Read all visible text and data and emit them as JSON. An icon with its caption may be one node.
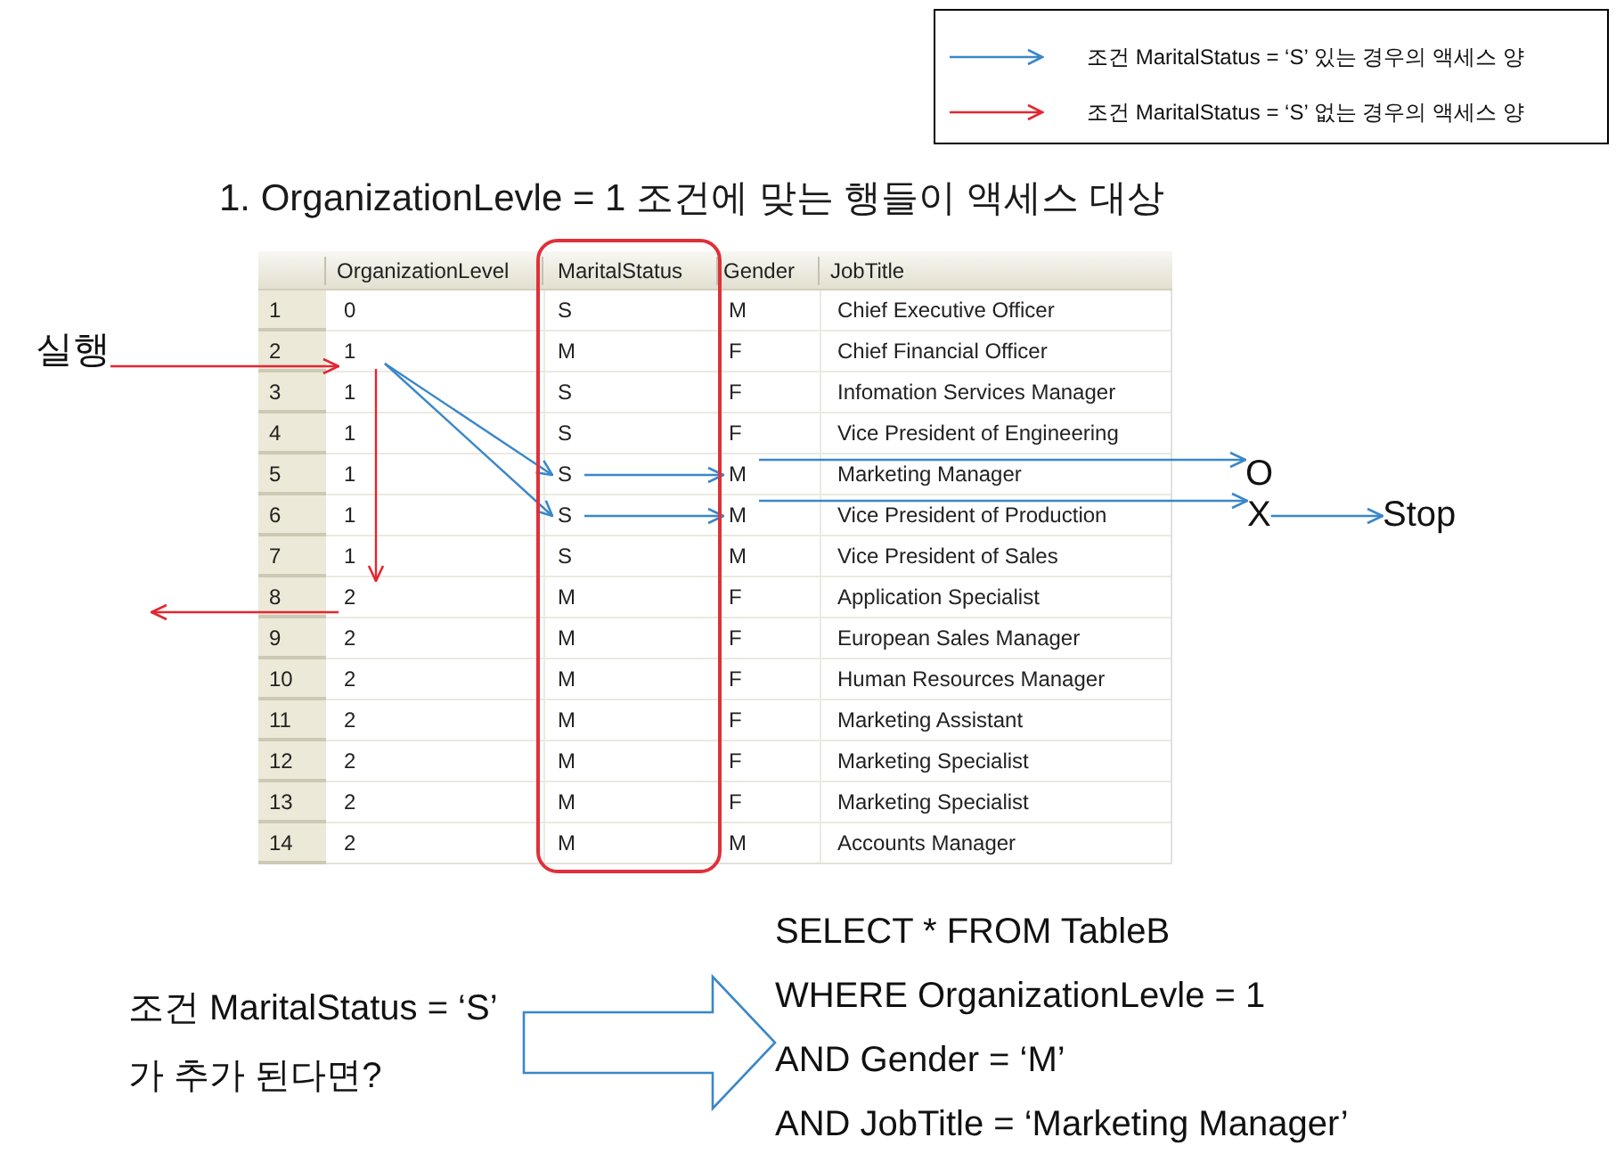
{
  "diagram": {
    "title": "1. OrganizationLevle = 1 조건에 맞는 행들이 액세스 대상",
    "nodes": [
      {
        "text": [],
        "shape": "box"
      },
      {
        "text": [
          "실행"
        ]
      },
      {
        "text": [
          "1"
        ]
      },
      {
        "text": [
          "S"
        ],
        "in": 0
      },
      {
        "text": [
          "M"
        ]
      },
      {
        "text": [
          "O"
        ]
      },
      {
        "text": [
          "S"
        ],
        "in": 0
      },
      {
        "text": [
          "M"
        ]
      },
      {
        "text": [
          "X"
        ]
      },
      {
        "text": [
          "Stop"
        ]
      },
      {
        "text": [
          "2"
        ]
      },
      {
        "text": [
          "조건 MaritalStatus = ‘S’ 가 추가 된다면?"
        ]
      },
      {
        "text": [
          "SELECT * FROM TableB",
          "WHERE OrganizationLevle = 1",
          "AND Gender = ‘M’",
          "AND JobTitle = ‘Marketing Manager’"
        ]
      }
    ],
    "edges": [
      {
        "from": 1,
        "to": 2,
        "arrow": "to",
        "color": "#e3262f"
      },
      {
        "from": 2,
        "to": 3,
        "arrow": "to"
      },
      {
        "from": 2,
        "to": 6,
        "arrow": "to"
      },
      {
        "from": 3,
        "to": 4,
        "arrow": "to"
      },
      {
        "from": 4,
        "to": 5,
        "arrow": "to"
      },
      {
        "from": 6,
        "to": 7,
        "arrow": "to"
      },
      {
        "from": 7,
        "to": 8,
        "arrow": "to"
      },
      {
        "from": 8,
        "to": 9,
        "arrow": "to"
      },
      {
        "from": 2,
        "to": 10,
        "arrow": "to",
        "color": "#e3262f"
      },
      {
        "from": 10,
        "to": null,
        "arrow": "to",
        "color": "#e3262f"
      },
      {
        "from": 11,
        "to": 12,
        "arrow": "to",
        "style": "thick"
      }
    ],
    "labels": [
      "OrganizationLevel",
      "MaritalStatus",
      "Gender",
      "JobTitle",
      "1",
      "0",
      "S",
      "M",
      "Chief Executive Officer",
      "2",
      "M",
      "F",
      "Chief Financial Officer",
      "3",
      "1",
      "S",
      "F",
      "Infomation Services Manager",
      "4",
      "1",
      "S",
      "F",
      "Vice President of Engineering",
      "5",
      "1",
      "Marketing Manager",
      "6",
      "1",
      "Vice President of Production",
      "7",
      "1",
      "S",
      "M",
      "Vice President of Sales",
      "8",
      "M",
      "F",
      "Application Specialist",
      "9",
      "2",
      "M",
      "F",
      "European Sales Manager",
      "10",
      "2",
      "M",
      "F",
      "Human Resources Manager",
      "11",
      "2",
      "M",
      "F",
      "Marketing Assistant",
      "12",
      "2",
      "M",
      "F",
      "Marketing Specialist",
      "13",
      "2",
      "M",
      "F",
      "Marketing Specialist",
      "14",
      "2",
      "M",
      "M",
      "Accounts Manager"
    ],
    "legend": [
      {
        "text": "조건 MaritalStatus = ‘S’ 있는 경우의 액세스 양"
      },
      {
        "text": "조건 MaritalStatus = ‘S’ 없는 경우의 액세스 양"
      }
    ]
  }
}
